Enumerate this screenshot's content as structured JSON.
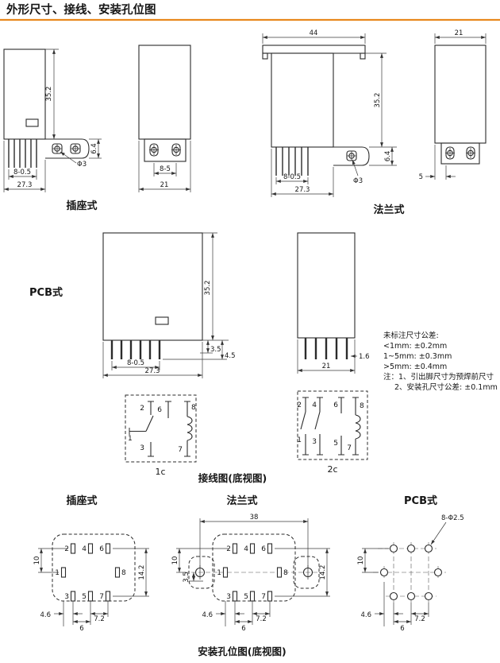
{
  "title": "外形尺寸、接线、安装孔位图",
  "colors": {
    "accent": "#c4500a",
    "rule": "#e8891e"
  },
  "labels": {
    "socket": "插座式",
    "flange": "法兰式",
    "pcb": "PCB式",
    "wiring_caption": "接线图(底视图)",
    "mounting_caption": "安装孔位图(底视图)",
    "c1": "1c",
    "c2": "2c"
  },
  "dims": {
    "body_h": "35.2",
    "body_w": "27.3",
    "pin_pitch": "8-0.5",
    "flange_t": "6.4",
    "hole_d": "Φ3",
    "side_w": "21",
    "slot": "8-5",
    "flange_w": "44",
    "offset5": "5",
    "pin_a": "3.5",
    "pin_b": "4.5",
    "pin_w": "1.6",
    "m10": "10",
    "m46": "4.6",
    "m6": "6",
    "m72": "7.2",
    "m142": "14.2",
    "m38": "38",
    "m35": "3.5",
    "pcb_holes": "8-Φ2.5"
  },
  "notes": {
    "l1": "未标注尺寸公差:",
    "l2": "<1mm:  ±0.2mm",
    "l3": "1~5mm:  ±0.3mm",
    "l4": ">5mm:  ±0.4mm",
    "l5": "注：1、引出脚尺寸为预焊前尺寸",
    "l6": "2、安装孔尺寸公差:  ±0.1mm"
  },
  "pins": {
    "p1": "1",
    "p2": "2",
    "p3": "3",
    "p4": "4",
    "p5": "5",
    "p6": "6",
    "p7": "7",
    "p8": "8"
  }
}
